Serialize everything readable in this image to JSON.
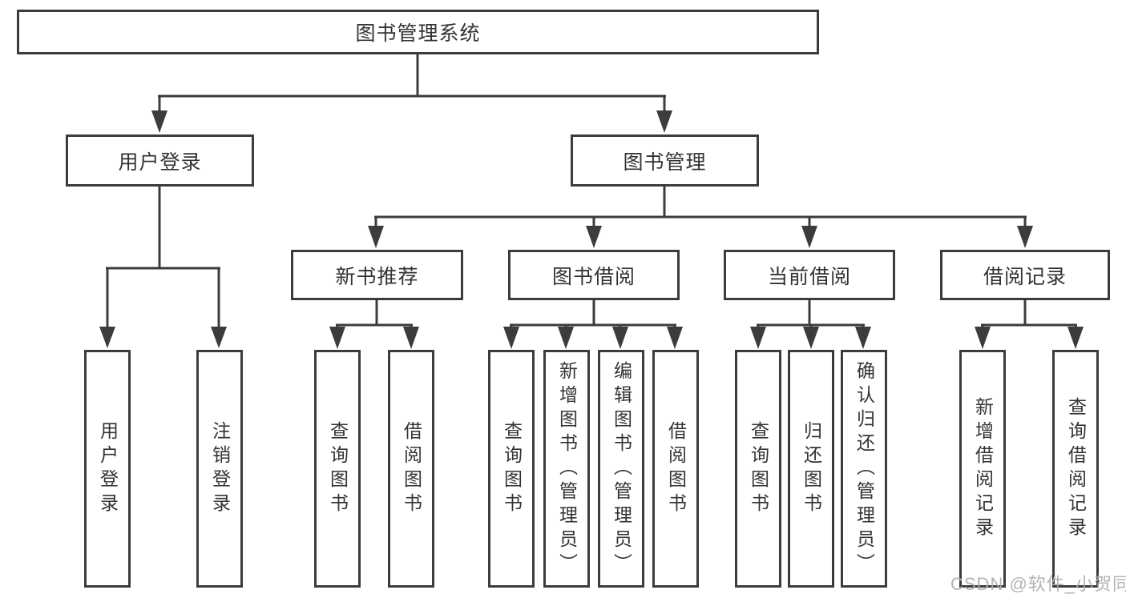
{
  "colors": {
    "line": "#3c3c3c",
    "text": "#333333",
    "wm": "#adadad",
    "bg": "#ffffff"
  },
  "watermark": "CSDN @软件_小贺同学",
  "tree": {
    "root": {
      "label": "图书管理系统"
    },
    "branches": [
      {
        "label": "用户登录",
        "children": [
          {
            "label": "用户登录"
          },
          {
            "label": "注销登录"
          }
        ]
      },
      {
        "label": "图书管理",
        "children": [
          {
            "label": "新书推荐",
            "children": [
              {
                "label": "查询图书"
              },
              {
                "label": "借阅图书"
              }
            ]
          },
          {
            "label": "图书借阅",
            "children": [
              {
                "label": "查询图书"
              },
              {
                "label": "新增图书（管理员）"
              },
              {
                "label": "编辑图书（管理员）"
              },
              {
                "label": "借阅图书"
              }
            ]
          },
          {
            "label": "当前借阅",
            "children": [
              {
                "label": "查询图书"
              },
              {
                "label": "归还图书"
              },
              {
                "label": "确认归还（管理员）"
              }
            ]
          },
          {
            "label": "借阅记录",
            "children": [
              {
                "label": "新增借阅记录"
              },
              {
                "label": "查询借阅记录"
              }
            ]
          }
        ]
      }
    ]
  }
}
